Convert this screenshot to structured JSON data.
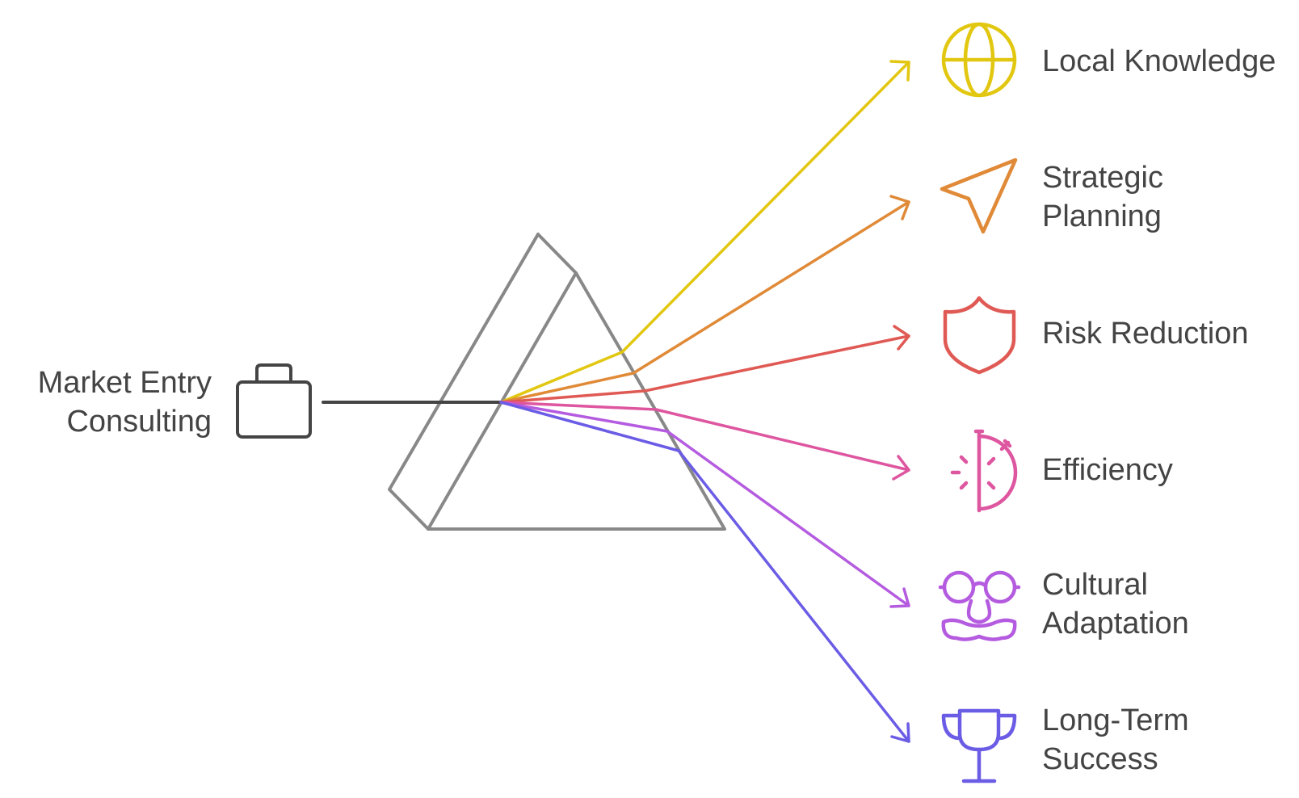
{
  "source": {
    "label_lines": [
      "Market Entry",
      "Consulting"
    ],
    "icon": "briefcase-icon",
    "color": "#444444"
  },
  "prism_color": "#888888",
  "outputs": [
    {
      "id": "local-knowledge",
      "label_lines": [
        "Local Knowledge"
      ],
      "icon": "globe-icon",
      "color": "#E2C711"
    },
    {
      "id": "strategic-planning",
      "label_lines": [
        "Strategic",
        "Planning"
      ],
      "icon": "navigation-arrow-icon",
      "color": "#E08A38"
    },
    {
      "id": "risk-reduction",
      "label_lines": [
        "Risk Reduction"
      ],
      "icon": "shield-icon",
      "color": "#E05A55"
    },
    {
      "id": "efficiency",
      "label_lines": [
        "Efficiency"
      ],
      "icon": "timer-icon",
      "color": "#DE56A0"
    },
    {
      "id": "cultural-adaptation",
      "label_lines": [
        "Cultural",
        "Adaptation"
      ],
      "icon": "disguise-glasses-icon",
      "color": "#B45BE0"
    },
    {
      "id": "long-term-success",
      "label_lines": [
        "Long-Term",
        "Success"
      ],
      "icon": "trophy-icon",
      "color": "#6B5CE6"
    }
  ]
}
